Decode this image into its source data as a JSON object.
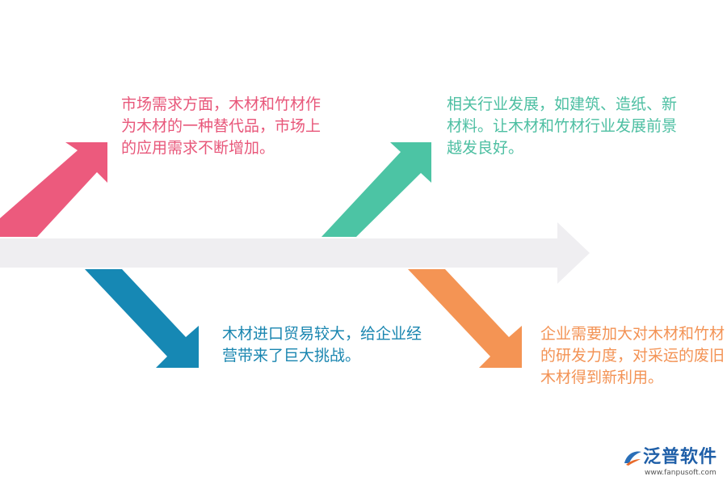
{
  "texts": {
    "top_left": "市场需求方面，木材和竹材作为木材的一种替代品，市场上的应用需求不断增加。",
    "top_right": "相关行业发展，如建筑、造纸、新材料。让木材和竹材行业发展前景越发良好。",
    "bottom_left": "木材进口贸易较大，给企业经营带来了巨大挑战。",
    "bottom_right": "企业需要加大对木材和竹材的研发力度，对采运的废旧木材得到新利用。"
  },
  "logo": {
    "name": "泛普软件",
    "url": "www.fanpusoft.com"
  },
  "colors": {
    "main_arrow": "#efeef1",
    "pink": "#ec5a7d",
    "teal": "#4cc4a4",
    "blue": "#1688b4",
    "orange": "#f49454"
  }
}
